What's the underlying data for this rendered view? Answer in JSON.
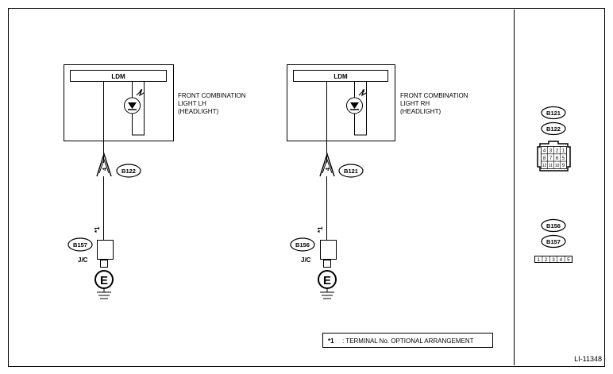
{
  "diagram_id": "LI-11348",
  "left_circuit": {
    "module_label": "LDM",
    "light_line1": "FRONT COMBINATION",
    "light_line2": "LIGHT LH",
    "light_line3": "(HEADLIGHT)",
    "terminal_no": "4",
    "connector": "B122",
    "note_mark": "*1",
    "jc_connector": "B157",
    "jc_label": "J/C",
    "ground_letter": "E"
  },
  "right_circuit": {
    "module_label": "LDM",
    "light_line1": "FRONT COMBINATION",
    "light_line2": "LIGHT RH",
    "light_line3": "(HEADLIGHT)",
    "terminal_no": "4",
    "connector": "B121",
    "note_mark": "*1",
    "jc_connector": "B156",
    "jc_label": "J/C",
    "ground_letter": "E"
  },
  "footnote": {
    "mark": "*1",
    "text": ": TERMINAL No. OPTIONAL ARRANGEMENT"
  },
  "connector_views": {
    "upper_labels": [
      "B121",
      "B122"
    ],
    "upper_pins_row1": [
      "4",
      "3",
      "2",
      "1"
    ],
    "upper_pins_row2": [
      "8",
      "7",
      "6",
      "5"
    ],
    "upper_pins_row3": [
      "12",
      "11",
      "10",
      "9"
    ],
    "lower_labels": [
      "B156",
      "B157"
    ],
    "lower_pins": [
      "1",
      "2",
      "3",
      "4",
      "5"
    ]
  }
}
